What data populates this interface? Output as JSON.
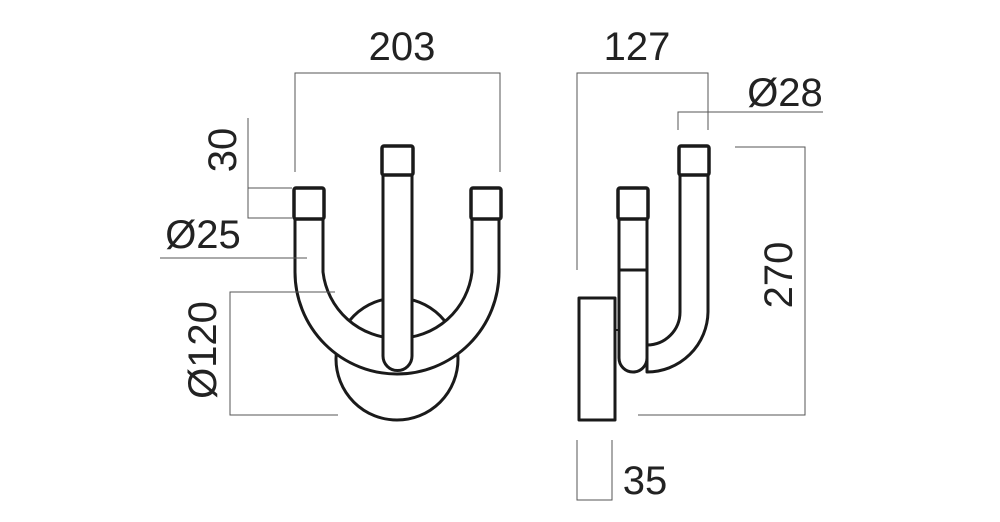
{
  "drawing": {
    "front_view": {
      "width_label": "203",
      "cap_height_label": "30",
      "tube_diameter_label": "Ø25",
      "base_diameter_label": "Ø120"
    },
    "side_view": {
      "depth_label": "127",
      "cap_diameter_label": "Ø28",
      "height_label": "270",
      "plate_depth_label": "35"
    }
  }
}
